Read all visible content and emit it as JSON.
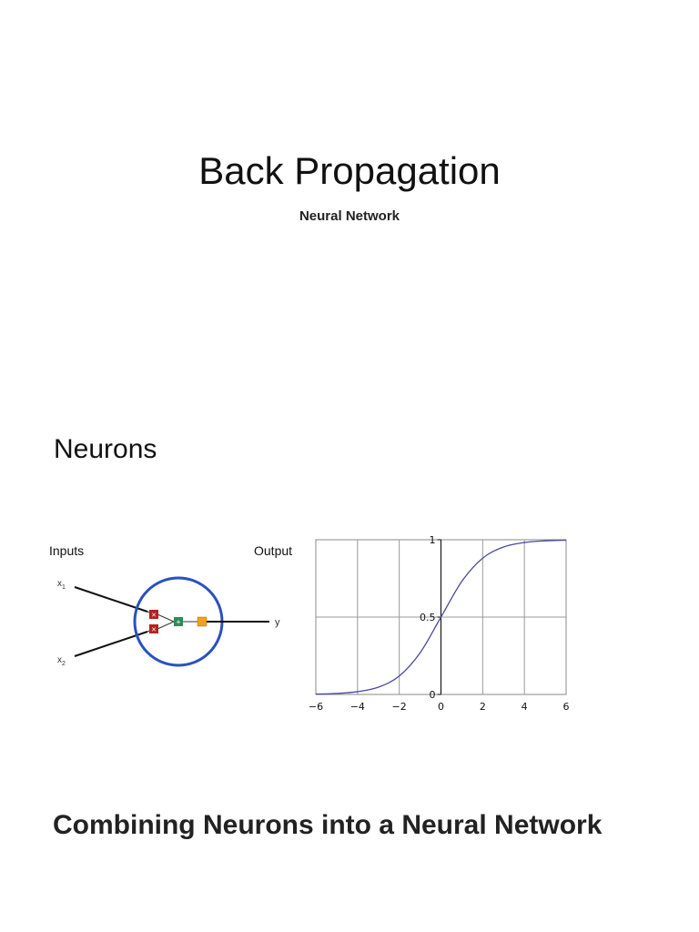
{
  "slide": {
    "title": "Back Propagation",
    "subtitle": "Neural Network"
  },
  "section": {
    "heading": "Neurons"
  },
  "neuron_diagram": {
    "inputs_label": "Inputs",
    "output_label": "Output",
    "x1_base": "x",
    "x1_sub": "1",
    "x2_base": "x",
    "x2_sub": "2",
    "y_label": "y",
    "multiply_symbol": "×",
    "add_symbol": "+",
    "colors": {
      "circle": "#2a52be",
      "multiply": "#b22222",
      "add": "#2e8b57",
      "activation": "#f0a020"
    }
  },
  "chart_data": {
    "type": "line",
    "function": "sigmoid",
    "x": [
      -6,
      -5,
      -4,
      -3,
      -2,
      -1,
      0,
      1,
      2,
      3,
      4,
      5,
      6
    ],
    "y": [
      0.0025,
      0.0067,
      0.018,
      0.047,
      0.119,
      0.269,
      0.5,
      0.731,
      0.881,
      0.953,
      0.982,
      0.993,
      0.9975
    ],
    "xlim": [
      -6,
      6
    ],
    "ylim": [
      0,
      1
    ],
    "xticks": [
      "−6",
      "−4",
      "−2",
      "0",
      "2",
      "4",
      "6"
    ],
    "yticks": [
      "0",
      "0.5",
      "1"
    ],
    "grid": true,
    "line_color": "#4a4aa0"
  },
  "footer": {
    "heading": "Combining Neurons into a Neural Network"
  }
}
